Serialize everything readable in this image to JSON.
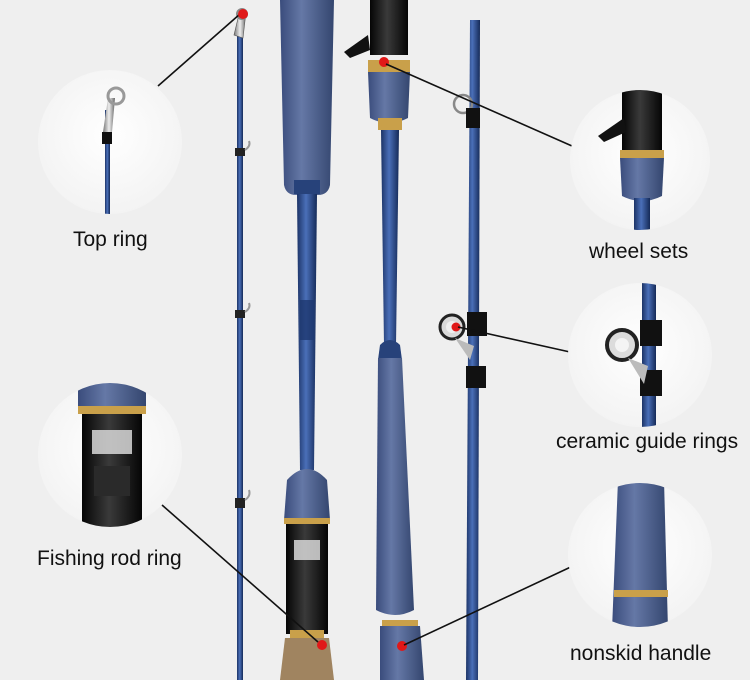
{
  "labels": {
    "top_ring": "Top ring",
    "wheel_sets": "wheel sets",
    "ceramic_guide_rings": "ceramic guide rings",
    "fishing_rod_ring": "Fishing rod ring",
    "nonskid_handle": "nonskid handle"
  },
  "colors": {
    "background": "#efefef",
    "rod_blue": "#2b4a86",
    "grip_blue": "#4e6291",
    "pointer_dot": "#e01818",
    "gold_trim": "#c9a04a",
    "reel_seat": "#141414"
  }
}
